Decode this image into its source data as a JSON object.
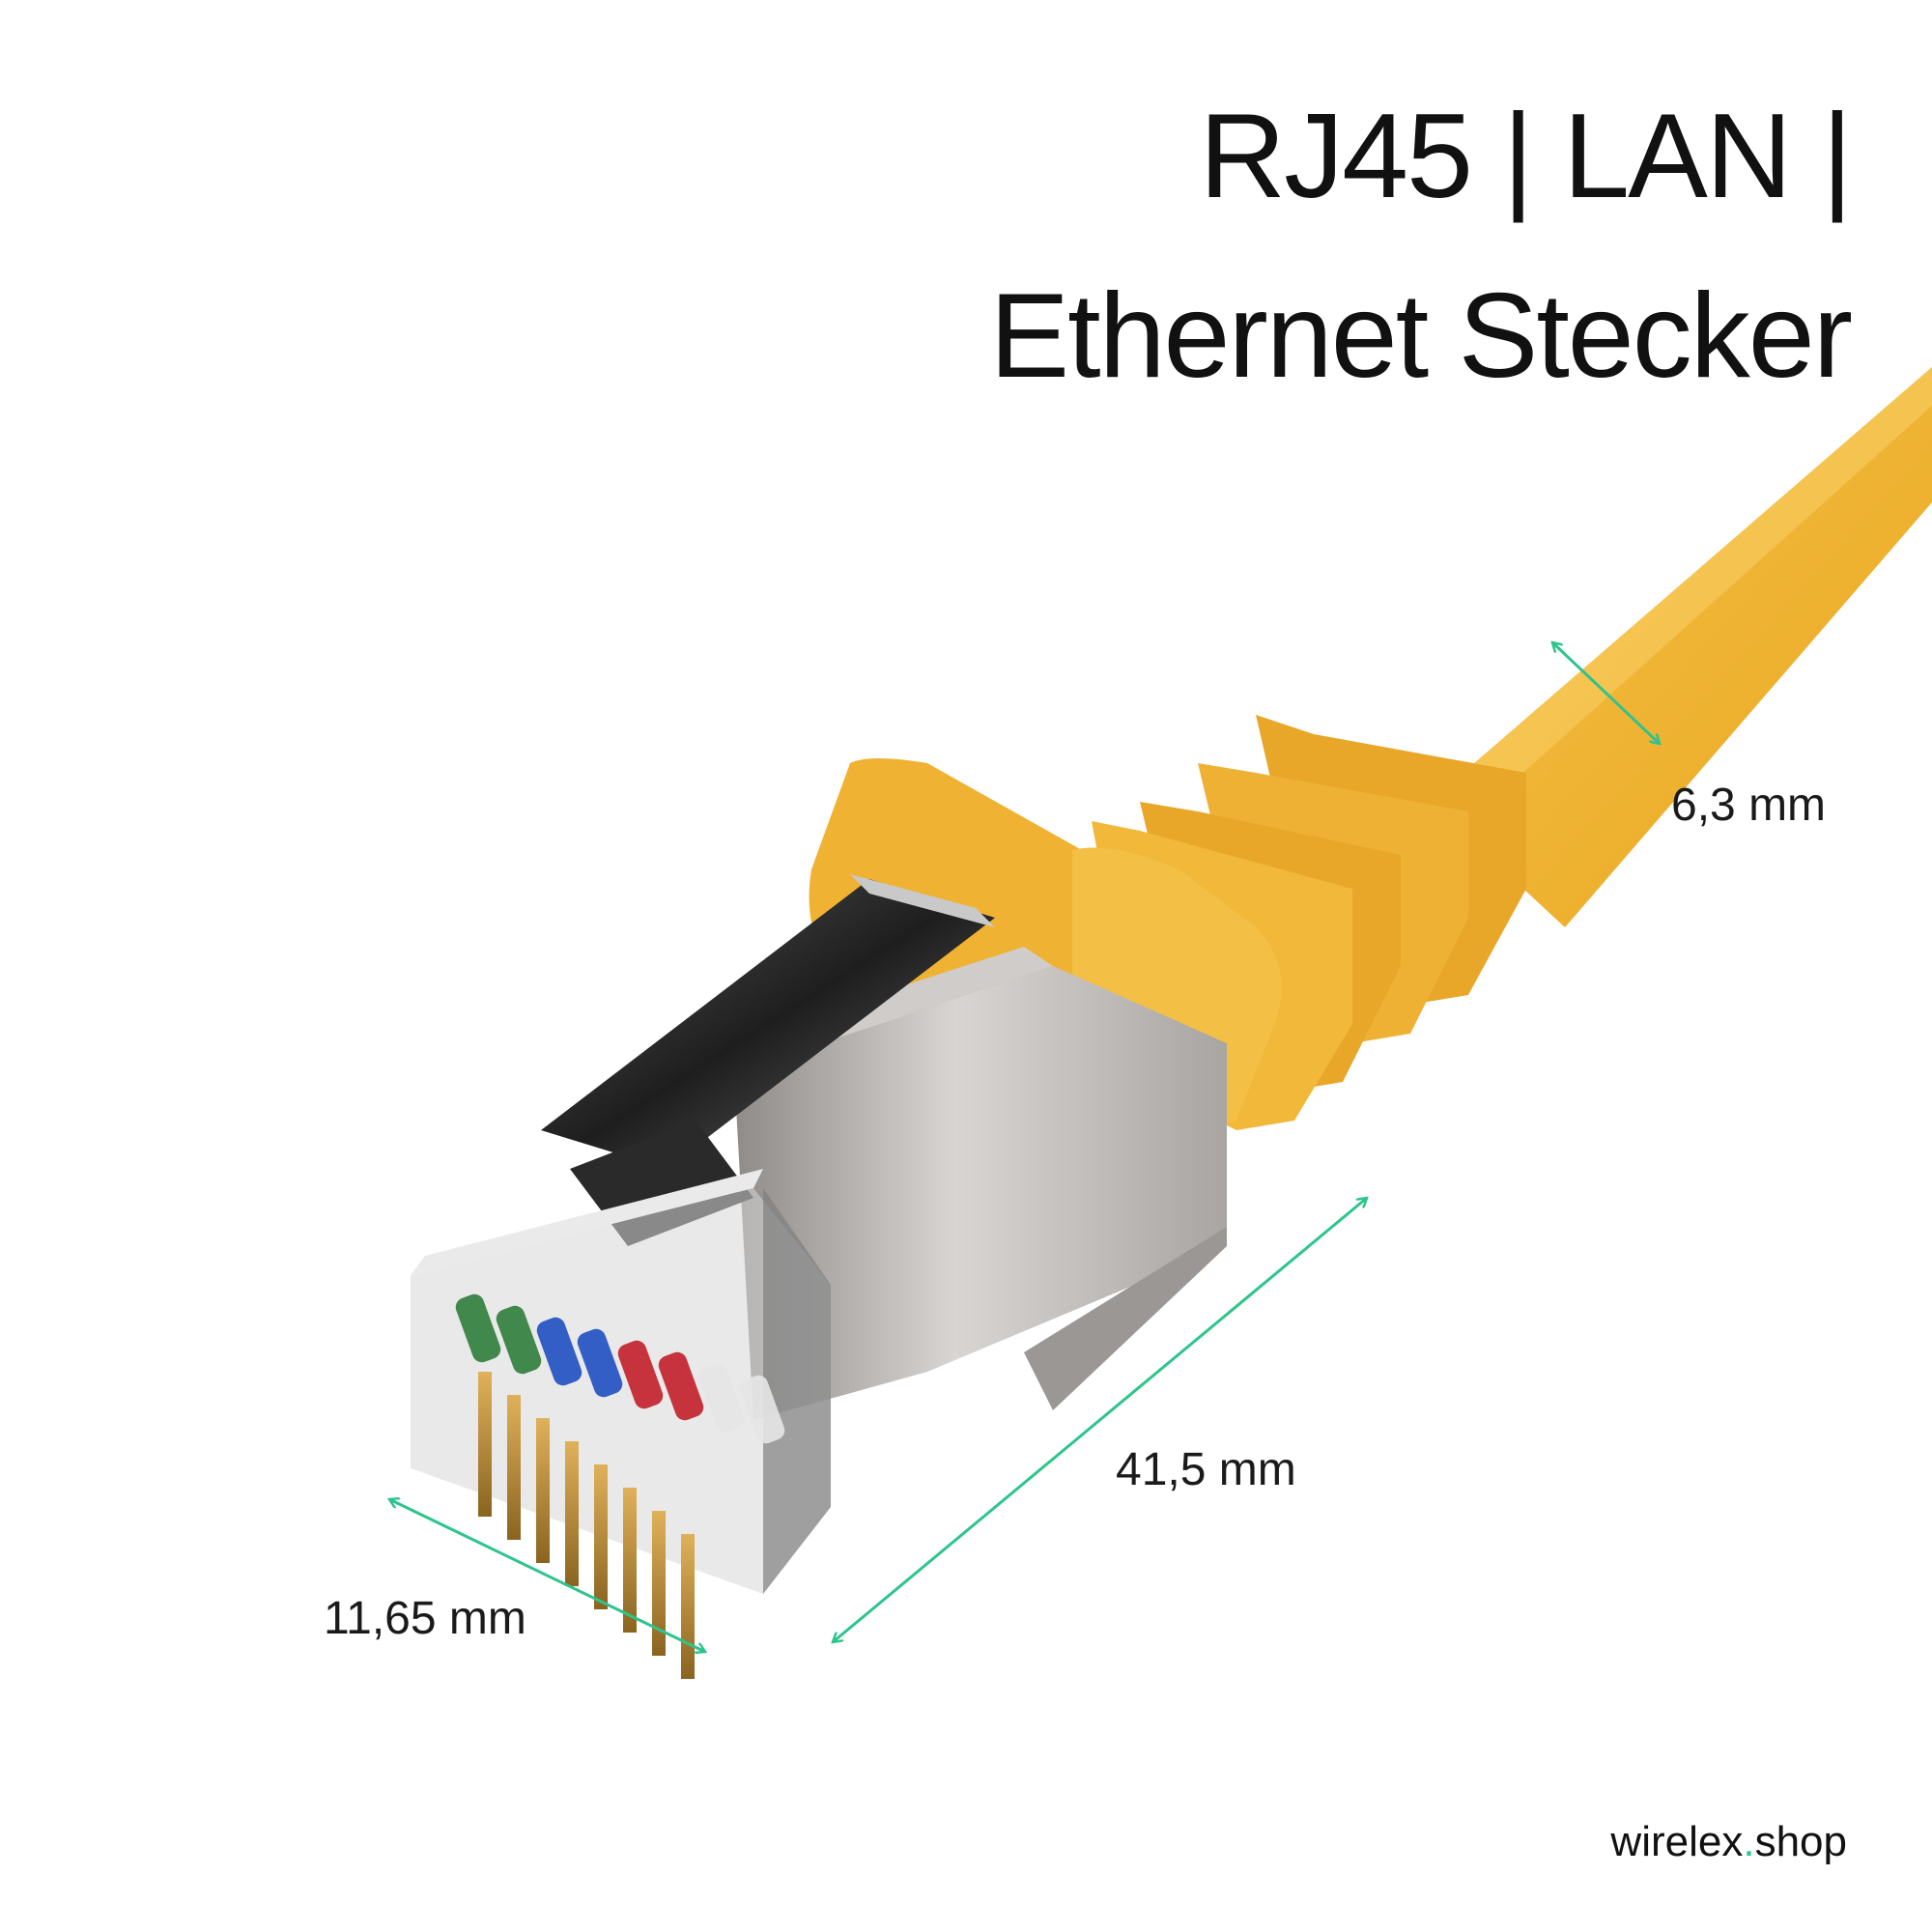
{
  "title": {
    "line1": "RJ45 | LAN |",
    "line2": "Ethernet Stecker"
  },
  "dimensions": {
    "cable_diameter": "6,3 mm",
    "plug_length": "41,5 mm",
    "plug_width": "11,65 mm"
  },
  "brand": {
    "name": "wirelex",
    "dot": ".",
    "suffix": "shop"
  },
  "colors": {
    "cable": "#f2b42e",
    "dimension_arrow": "#2ec48d",
    "shield": "#b9b6b3",
    "text": "#111111"
  },
  "wire_colors": [
    "#2e7d3a",
    "#2e7d3a",
    "#1f4fc2",
    "#1f4fc2",
    "#c21f2a",
    "#c21f2a",
    "#e6e6e6",
    "#e6e6e6"
  ]
}
